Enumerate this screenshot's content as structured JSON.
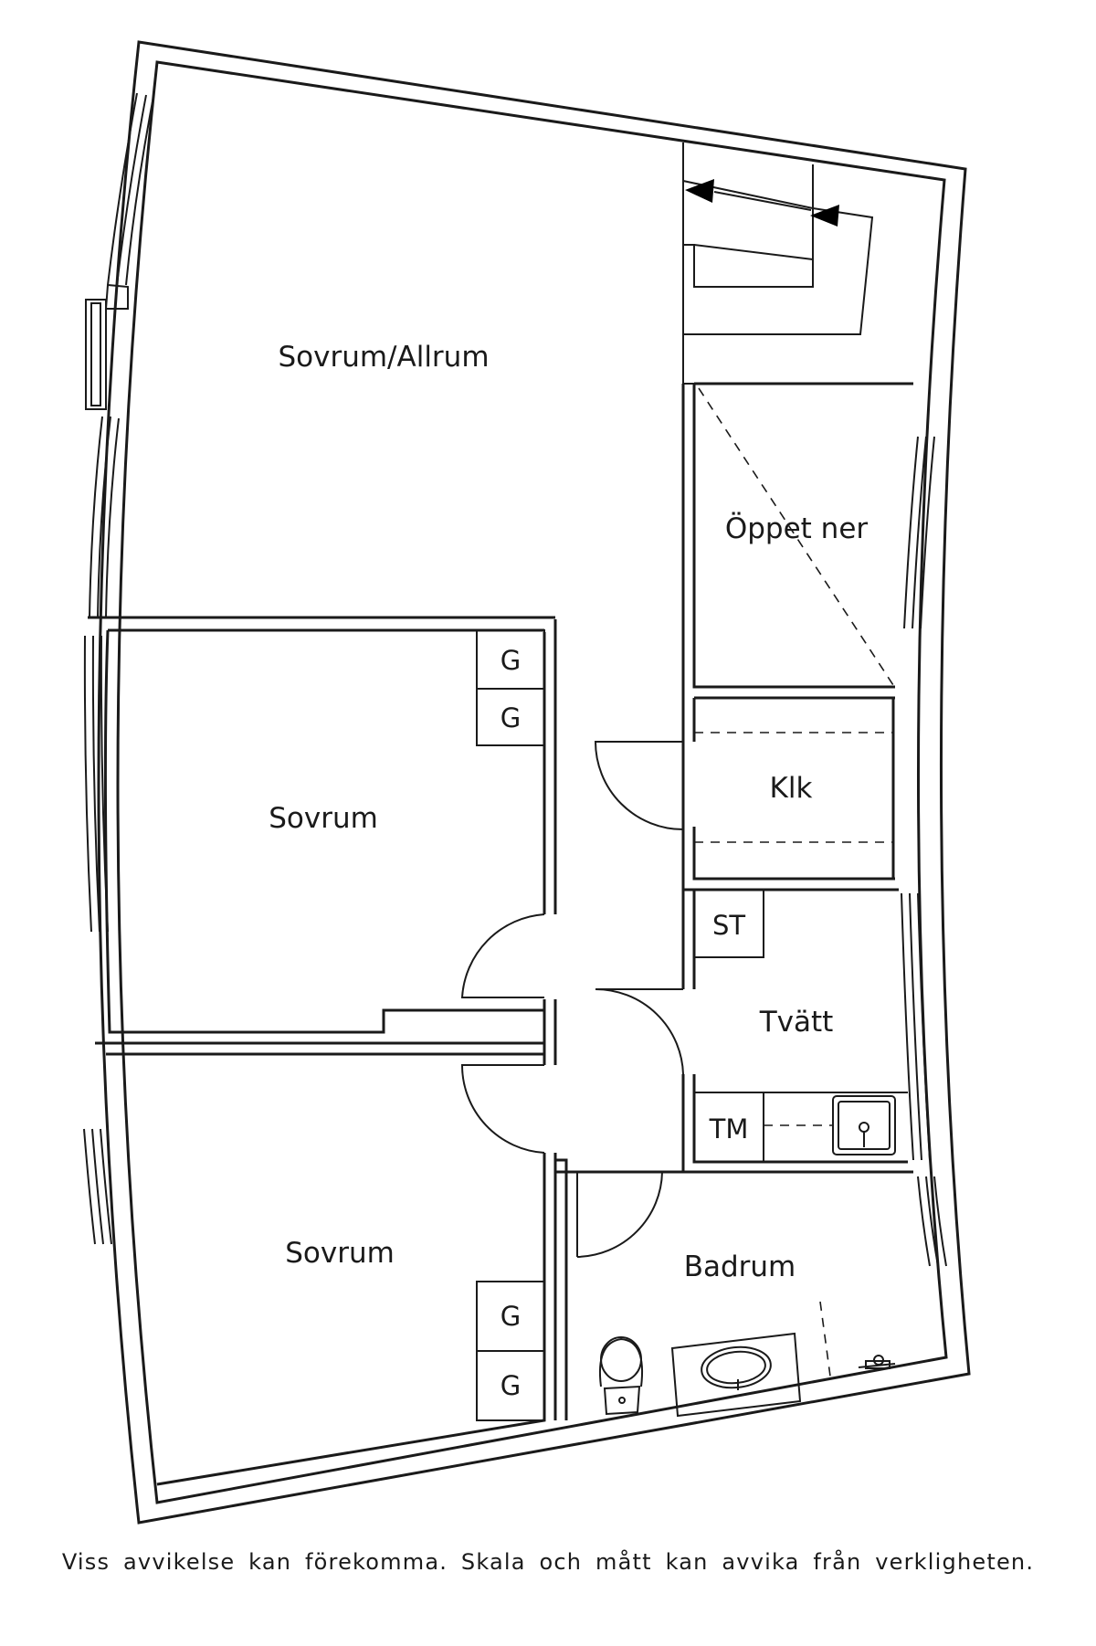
{
  "rooms": {
    "allrum": "Sovrum/Allrum",
    "oppet": "Öppet ner",
    "sovrum1": "Sovrum",
    "sovrum2": "Sovrum",
    "klk": "Klk",
    "tvatt": "Tvätt",
    "badrum": "Badrum"
  },
  "fixtures": {
    "g1": "G",
    "g2": "G",
    "g3": "G",
    "g4": "G",
    "st": "ST",
    "tm": "TM"
  },
  "footer": {
    "disclaimer": "Viss avvikelse kan förekomma. Skala och mått kan avvika från verkligheten."
  },
  "colors": {
    "line": "#1a1a1a",
    "background": "#ffffff"
  }
}
